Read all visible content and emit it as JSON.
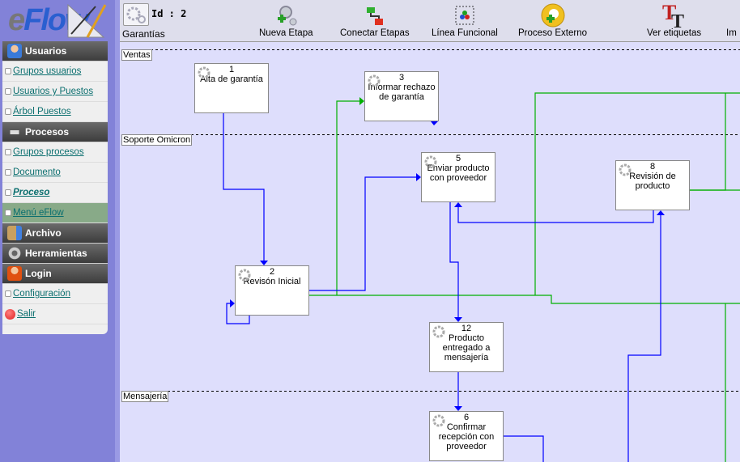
{
  "logo": {
    "text": "eFlow"
  },
  "sidebar": {
    "sections": [
      {
        "label": "Usuarios",
        "icon": "user-icon",
        "items": [
          {
            "label": "Grupos usuarios"
          },
          {
            "label": "Usuarios y Puestos"
          },
          {
            "label": "Árbol Puestos"
          }
        ]
      },
      {
        "label": "Procesos",
        "icon": "process-icon",
        "items": [
          {
            "label": "Grupos procesos"
          },
          {
            "label": "Documento"
          },
          {
            "label": "Proceso",
            "active": true
          },
          {
            "label": "Menú eFlow",
            "selected": true
          }
        ]
      },
      {
        "label": "Archivo",
        "icon": "archive-icon",
        "items": []
      },
      {
        "label": "Herramientas",
        "icon": "tools-icon",
        "items": []
      },
      {
        "label": "Login",
        "icon": "login-icon",
        "items": [
          {
            "label": "Configuración"
          },
          {
            "label": "Salir",
            "icon": "exit-icon"
          }
        ]
      }
    ]
  },
  "header": {
    "id_label": "Id : 2",
    "process_name": "Garantías"
  },
  "toolbar": [
    {
      "label": "Nueva Etapa",
      "icon": "new-stage-icon"
    },
    {
      "label": "Conectar Etapas",
      "icon": "connect-stages-icon"
    },
    {
      "label": "Línea Funcional",
      "icon": "functional-line-icon"
    },
    {
      "label": "Proceso Externo",
      "icon": "external-process-icon"
    },
    {
      "label": "Ver etiquetas",
      "icon": "view-labels-icon"
    },
    {
      "label": "Im"
    }
  ],
  "lanes": [
    {
      "label": "Ventas"
    },
    {
      "label": "Soporte Omicron"
    },
    {
      "label": "Mensajería"
    }
  ],
  "stages": [
    {
      "id": "1",
      "name": "Alta de garantía"
    },
    {
      "id": "3",
      "name": "Informar rechazo de garantía"
    },
    {
      "id": "5",
      "name": "Enviar producto con proveedor"
    },
    {
      "id": "8",
      "name": "Revisión de producto"
    },
    {
      "id": "2",
      "name": "Revisón Inicial"
    },
    {
      "id": "12",
      "name": "Producto entregado a mensajería"
    },
    {
      "id": "6",
      "name": "Confirmar recepción con proveedor"
    }
  ],
  "colors": {
    "flow": "#0000ff",
    "alt_flow": "#00b000",
    "canvas": "#dedefc",
    "sidebar": "#8282d8"
  }
}
